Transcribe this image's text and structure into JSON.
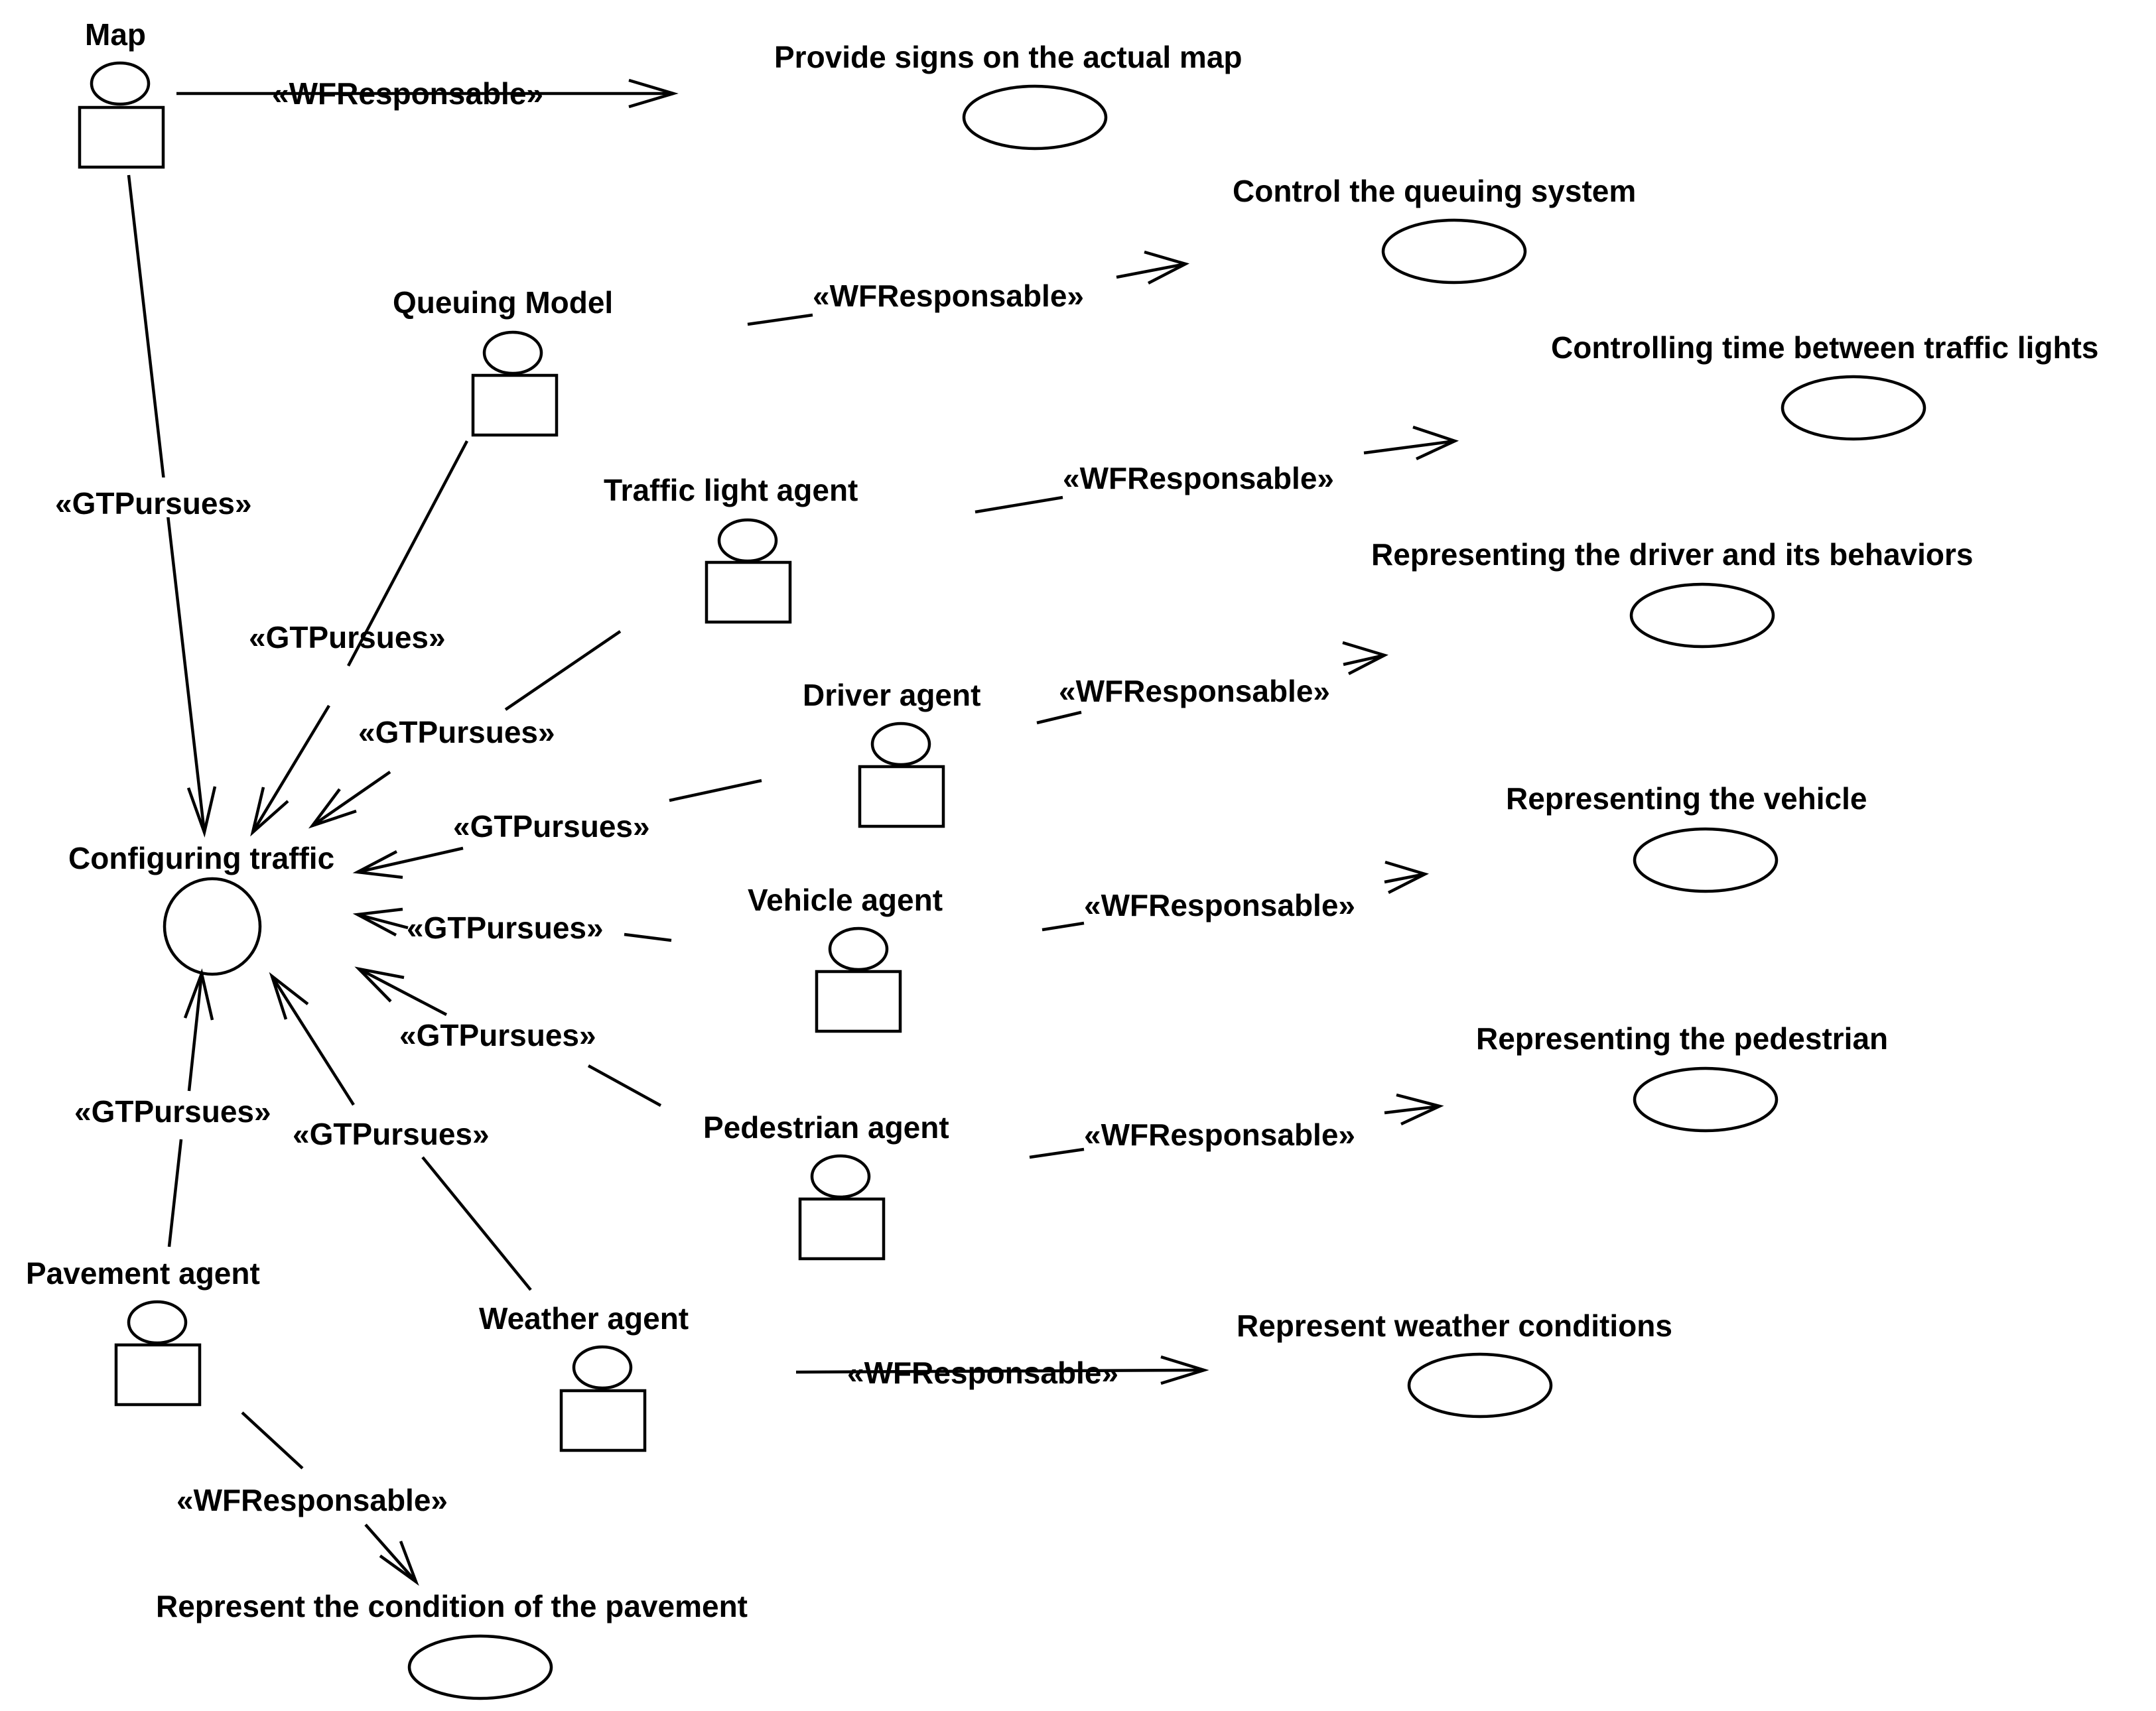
{
  "diagram": {
    "stereotypes": {
      "responsible": "«WFResponsable»",
      "pursues": "«GTPursues»"
    },
    "goal": {
      "name": "Configuring traffic"
    },
    "agents": [
      {
        "id": "map",
        "name": "Map",
        "task": "Provide signs on the actual map"
      },
      {
        "id": "queuing",
        "name": "Queuing Model",
        "task": "Control the queuing system"
      },
      {
        "id": "traffic-light",
        "name": "Traffic light agent",
        "task": "Controlling time between traffic lights"
      },
      {
        "id": "driver",
        "name": "Driver agent",
        "task": "Representing the driver and its behaviors"
      },
      {
        "id": "vehicle",
        "name": "Vehicle agent",
        "task": "Representing the vehicle"
      },
      {
        "id": "pedestrian",
        "name": "Pedestrian agent",
        "task": "Representing the pedestrian"
      },
      {
        "id": "pavement",
        "name": "Pavement agent",
        "task": "Represent the condition of the pavement"
      },
      {
        "id": "weather",
        "name": "Weather agent",
        "task": "Represent weather conditions"
      }
    ]
  }
}
